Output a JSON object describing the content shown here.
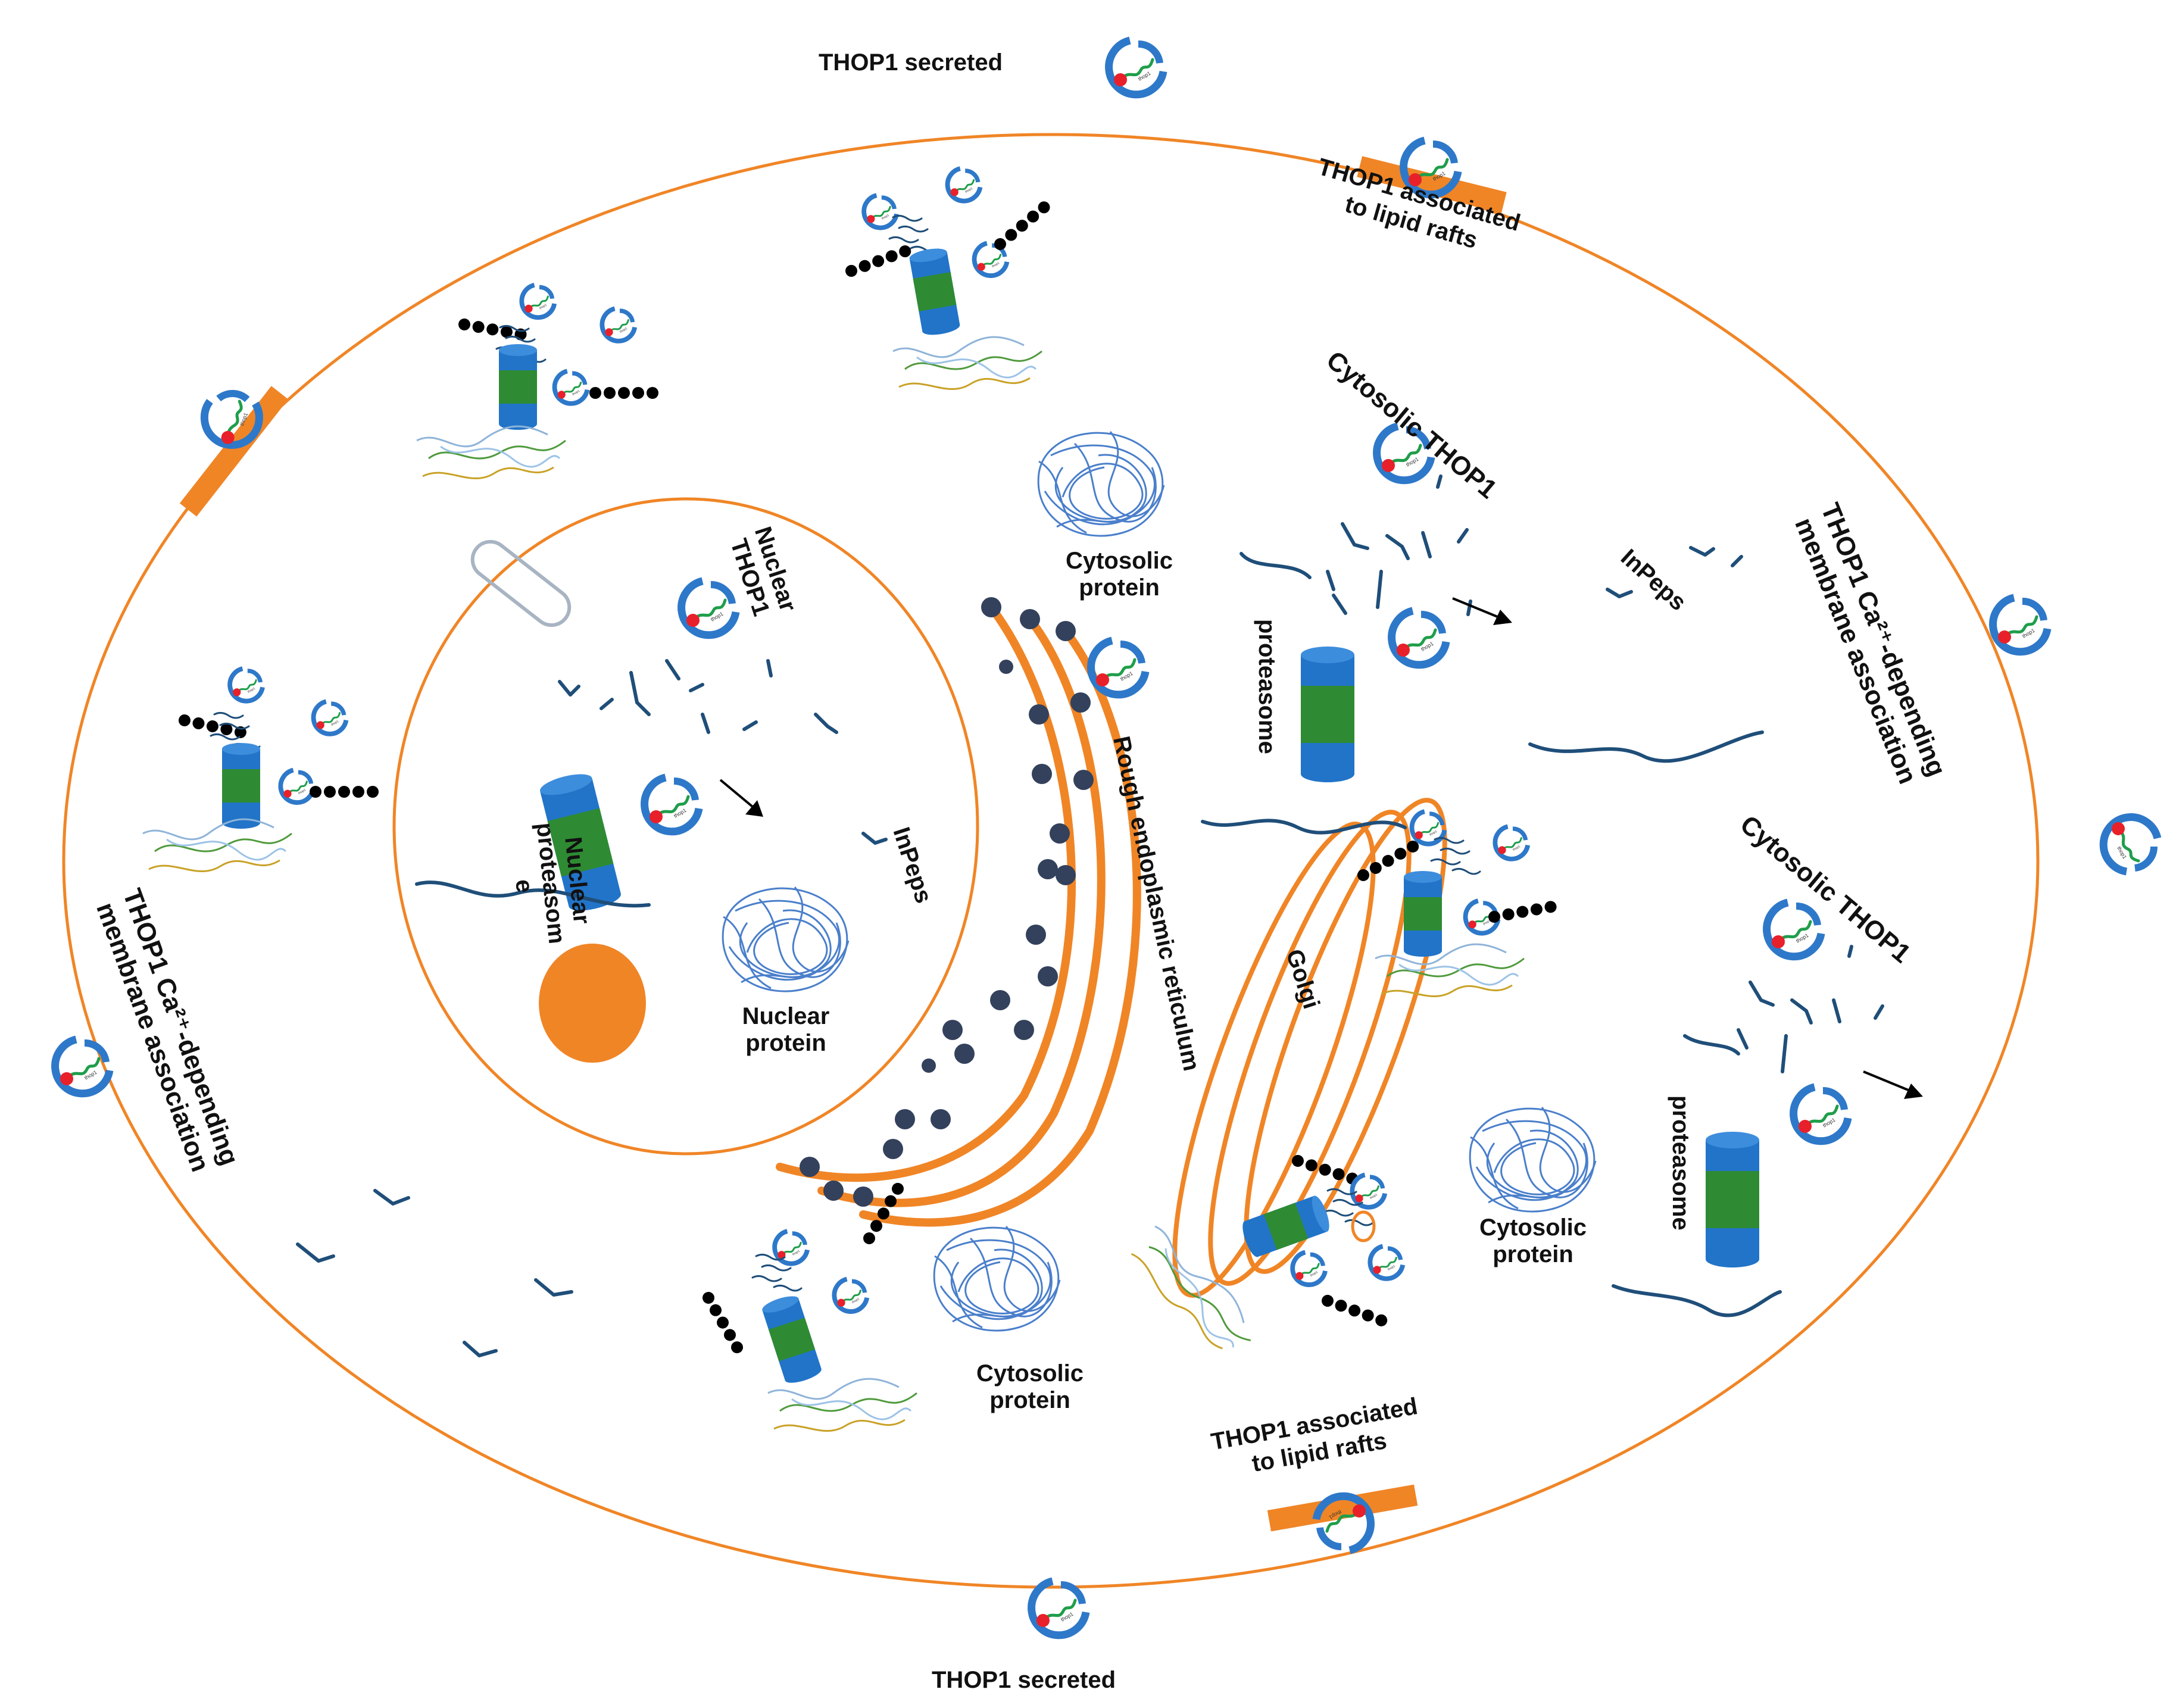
{
  "colors": {
    "membrane": "#F08526",
    "thop1_blue": "#2E78C9",
    "thop1_red": "#E8202A",
    "thop1_green": "#1F9E4A",
    "proteasome_blue": "#2174C8",
    "proteasome_green": "#2E8B33",
    "peptide": "#1F4E79",
    "ribosome": "#33415C",
    "nucleolus": "#F08526",
    "tangle": "#4A7FCB"
  },
  "labels": {
    "secreted_top": "THOP1 secreted",
    "secreted_bottom": "THOP1 secreted",
    "rafts_top_l1": "THOP1 associated",
    "rafts_top_l2": "to lipid rafts",
    "rafts_bottom_l1": "THOP1 associated",
    "rafts_bottom_l2": "to lipid rafts",
    "ca_left_l1": "THOP1 Ca²⁺-depending",
    "ca_left_l2": "membrane association",
    "ca_right_l1": "THOP1 Ca²⁺-depending",
    "ca_right_l2": "membrane association",
    "nuclear_thop1_l1": "Nuclear",
    "nuclear_thop1_l2": "THOP1",
    "nuclear_proteasome_l1": "Nuclear",
    "nuclear_proteasome_l2": "proteasom",
    "nuclear_proteasome_l3": "e",
    "inpeps_nuclear": "InPeps",
    "nuclear_protein_l1": "Nuclear",
    "nuclear_protein_l2": "protein",
    "rough_er": "Rough endoplasmic reticulum",
    "cytosolic_protein_top_l1": "Cytosolic",
    "cytosolic_protein_top_l2": "protein",
    "cytosolic_thop1_top": "Cytosolic THOP1",
    "inpeps_cytosol": "InPeps",
    "proteasome_top": "proteasome",
    "golgi": "Golgi",
    "cytosolic_thop1_right": "Cytosolic THOP1",
    "proteasome_right": "proteasome",
    "cytosolic_protein_right_l1": "Cytosolic",
    "cytosolic_protein_right_l2": "protein",
    "cytosolic_protein_bottom_l1": "Cytosolic",
    "cytosolic_protein_bottom_l2": "protein",
    "enzyme_glyph": "thop1"
  }
}
